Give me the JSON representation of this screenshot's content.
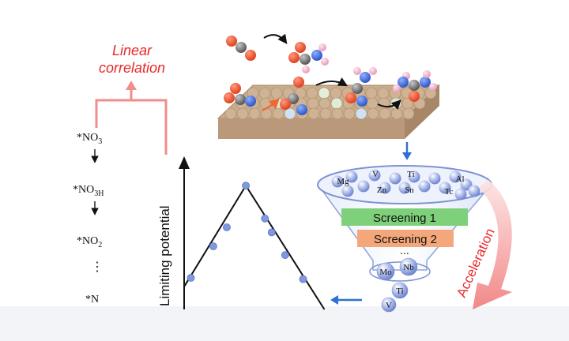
{
  "header": {
    "linear_line1": "Linear",
    "linear_line2": "correlation"
  },
  "pathway": {
    "steps": [
      "*NO",
      "*NO",
      "*NO",
      "⋮",
      "*N"
    ],
    "subscripts": [
      "3",
      "3H",
      "2",
      "",
      ""
    ]
  },
  "chart_data": {
    "type": "scatter",
    "ylabel": "Limiting potential",
    "title": "",
    "xlabel": "",
    "xlim": [
      0,
      10
    ],
    "ylim": [
      0,
      10
    ],
    "points": [
      {
        "x": 0.6,
        "y": 2.5
      },
      {
        "x": 2.6,
        "y": 5.0
      },
      {
        "x": 3.8,
        "y": 6.5
      },
      {
        "x": 5.5,
        "y": 9.8
      },
      {
        "x": 7.2,
        "y": 7.2
      },
      {
        "x": 7.8,
        "y": 6.1
      },
      {
        "x": 9.0,
        "y": 4.3
      },
      {
        "x": 10.6,
        "y": 2.4
      }
    ],
    "volcano_line": {
      "peak_x": 5.5,
      "peak_y": 9.8,
      "left_start": [
        0,
        1.8
      ],
      "right_end": [
        12.5,
        0
      ]
    }
  },
  "funnel": {
    "elements": [
      {
        "symbol": "Mg"
      },
      {
        "symbol": "V"
      },
      {
        "symbol": "Ti"
      },
      {
        "symbol": "Al"
      },
      {
        "symbol": "Zn"
      },
      {
        "symbol": "Sn"
      },
      {
        "symbol": "Tc"
      }
    ],
    "screening1": "Screening 1",
    "screening2": "Screening 2",
    "ellipsis": "...",
    "filtered": [
      {
        "symbol": "Mo"
      },
      {
        "symbol": "Nb"
      },
      {
        "symbol": "Ti"
      },
      {
        "symbol": "V"
      }
    ],
    "acceleration": "Acceleration"
  },
  "colors": {
    "red_text": "#e8282a",
    "arrow_pink": "#f28d8d",
    "blue_arrow": "#2f6fd6",
    "screening1_fill": "#7ed07a",
    "screening2_fill": "#f4a77a",
    "surface": "#c8ad8c",
    "sphere_blue": "#a9b9e6"
  }
}
